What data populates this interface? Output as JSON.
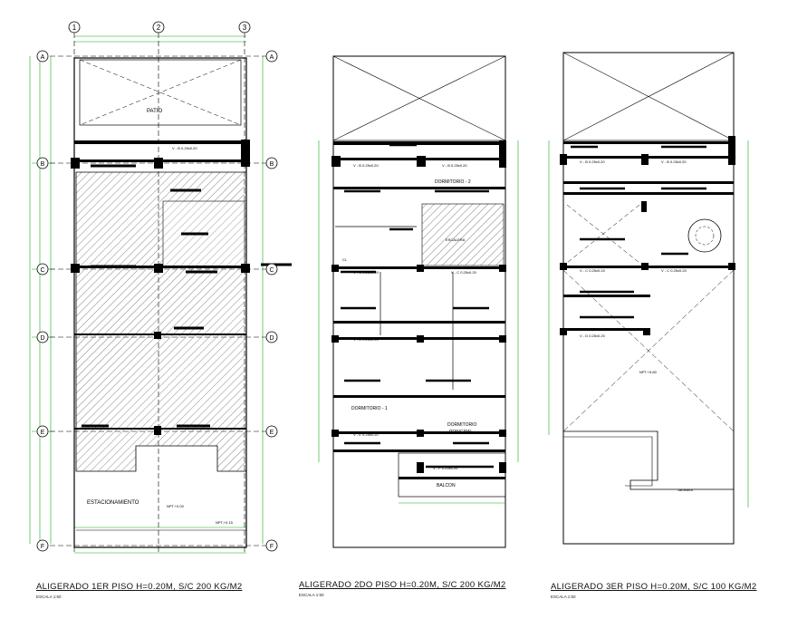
{
  "axes": {
    "numbers": [
      "1",
      "2",
      "3"
    ],
    "letters": [
      "A",
      "B",
      "C",
      "D",
      "E",
      "F"
    ]
  },
  "colors": {
    "line": "#000000",
    "dimension": "#11aa11",
    "label": "#cc2222",
    "hatch": "#777777",
    "background": "#ffffff"
  },
  "plans": [
    {
      "title": "ALIGERADO 1ER PISO H=0.20M, S/C 200 KG/M2",
      "scale": "ESCALA 1:50",
      "rooms": [
        "PATIO",
        "ESTACIONAMIENTO",
        "NPT.+0.00",
        "NPT.+0.15"
      ],
      "beams": [
        "V - B  0.25x0.20"
      ]
    },
    {
      "title": "ALIGERADO 2DO PISO H=0.20M, S/C 200 KG/M2",
      "scale": "ESCALA 1:50",
      "rooms": [
        "DORMITORIO - 2",
        "ESCALERA",
        "DORMITORIO - 1",
        "DORMITORIO PRINCIPAL",
        "BALCON",
        "CL"
      ],
      "beams": [
        "V - B  0.25x0.20",
        "V - C  0.25x0.20",
        "V - D  0.25x0.20",
        "V - E  0.25x0.20",
        "V - F  0.25x0.20"
      ]
    },
    {
      "title": "ALIGERADO 3ER PISO H=0.20M, S/C 100 KG/M2",
      "scale": "ESCALA 1:50",
      "rooms": [
        "NPT.+5.80",
        "Jardinera"
      ],
      "beams": [
        "V - B  0.25x0.20",
        "V - C  0.25x0.20",
        "V - D  0.25x0.20"
      ]
    }
  ]
}
